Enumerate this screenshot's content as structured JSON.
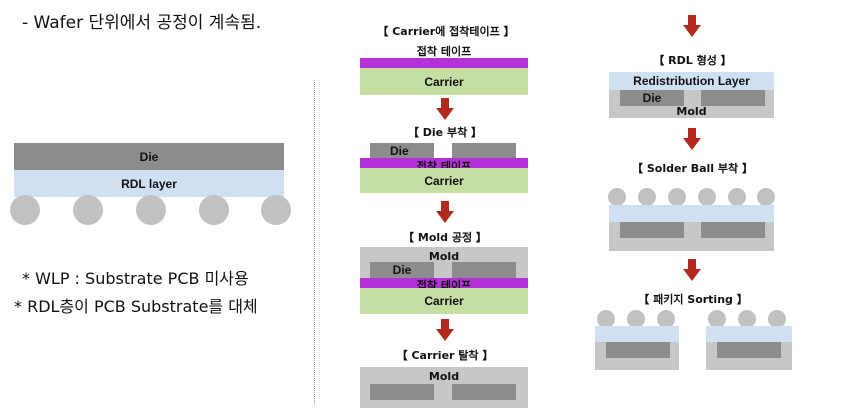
{
  "header": {
    "text": "-  Wafer 단위에서 공정이 계속됨."
  },
  "left_figure": {
    "die_label": "Die",
    "rdl_label": "RDL layer"
  },
  "notes": [
    "* WLP : Substrate PCB 미사용",
    "* RDL층이 PCB Substrate를 대체"
  ],
  "steps": {
    "step1_title": "【 Carrier에 접착테이프 】",
    "step2_title": "【 Die 부착 】",
    "step3_title": "【 Mold 공정 】",
    "step4_title": "【 Carrier 탈착 】",
    "step5_title": "【 RDL 형성 】",
    "step6_title": "【 Solder Ball 부착 】",
    "step7_title": "【 패키지 Sorting 】"
  },
  "labels": {
    "tape": "접착 테이프",
    "carrier": "Carrier",
    "die": "Die",
    "mold": "Mold",
    "rdl": "Redistribution Layer"
  },
  "colors": {
    "arrow": "#b22a1e",
    "tape": "#b331d9",
    "carrier": "#c5dea4",
    "die": "#8c8c8c",
    "mold": "#c7c7c7",
    "rdl": "#cfe0f2"
  }
}
